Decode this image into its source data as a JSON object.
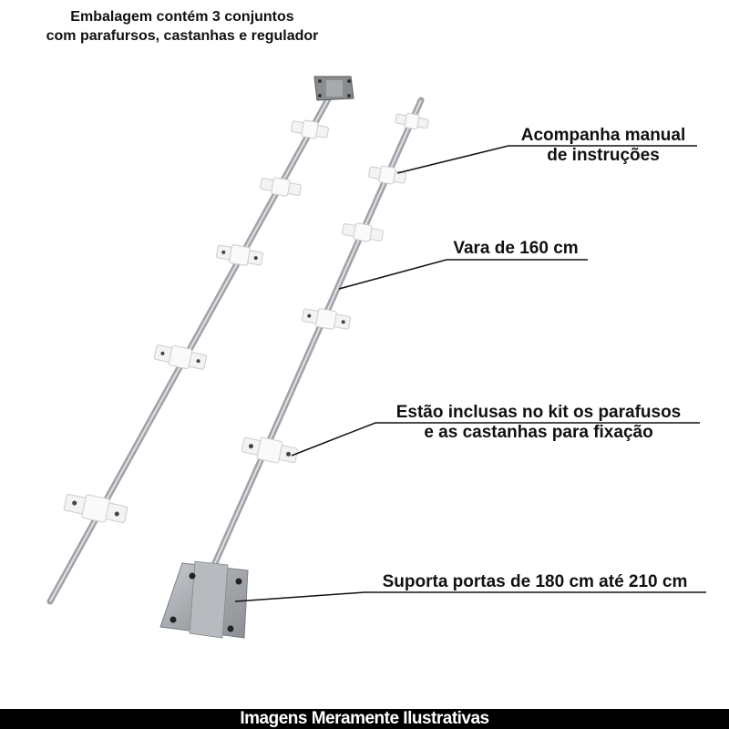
{
  "header": {
    "line1": "Embalagem contém 3 conjuntos",
    "line2": "com parafursos, castanhas e regulador"
  },
  "callouts": {
    "manual": {
      "line1": "Acompanha manual",
      "line2": "de instruções"
    },
    "rod": {
      "line1": "Vara de 160 cm"
    },
    "screws": {
      "line1": "Estão inclusas no kit os parafusos",
      "line2": "e as castanhas para fixação"
    },
    "support": {
      "line1": "Suporta portas de 180 cm até 210 cm"
    }
  },
  "footer": {
    "text": "Imagens Meramente Ilustrativas"
  },
  "colors": {
    "rod": "#b8bcc2",
    "bracket": "#f2f2f2",
    "plate": "#a9adb1",
    "footer_bg": "#000000",
    "text": "#111111"
  }
}
